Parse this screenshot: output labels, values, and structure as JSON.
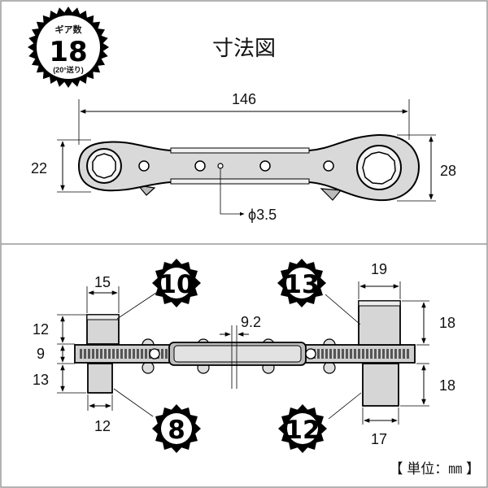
{
  "title": "寸法図",
  "badge": {
    "top": "ギア数",
    "value": "18",
    "bottom": "(20°送り)"
  },
  "top_view": {
    "length": "146",
    "left_height": "22",
    "right_height": "28",
    "hole_label": "ϕ3.5"
  },
  "side_view": {
    "tl_width": "15",
    "tr_width": "19",
    "bl_width": "12",
    "br_width": "17",
    "center_thickness": "9.2",
    "left_upper": "12",
    "left_body": "9",
    "left_lower": "13",
    "right_upper": "18",
    "right_lower": "18"
  },
  "sizes": {
    "tl": "10",
    "tr": "13",
    "bl": "8",
    "br": "12"
  },
  "unit_note": "【 単位：㎜ 】"
}
